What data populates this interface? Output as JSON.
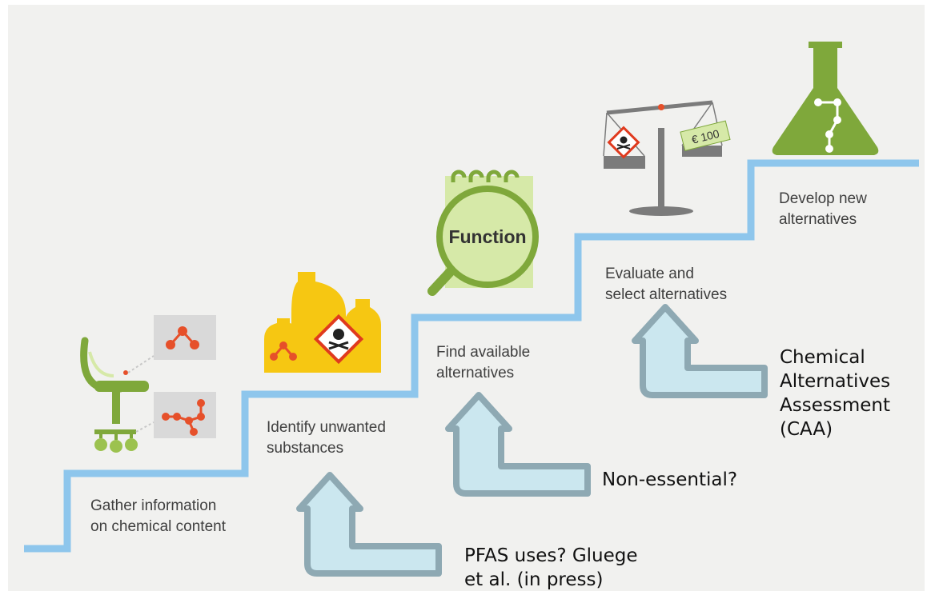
{
  "steps": [
    {
      "label": "Gather information\non chemical content"
    },
    {
      "label": "Identify unwanted\nsubstances"
    },
    {
      "label": "Find available\nalternatives"
    },
    {
      "label": "Evaluate and\nselect alternatives"
    },
    {
      "label": "Develop new\nalternatives"
    }
  ],
  "icons": {
    "magnifier_text": "Function",
    "price_tag_text": "€ 100"
  },
  "annotations": [
    {
      "label": "PFAS uses? Gluege\net al. (in press)"
    },
    {
      "label": "Non-essential?"
    },
    {
      "label": "Chemical\nAlternatives\nAssessment\n(CAA)"
    }
  ],
  "colors": {
    "stair_line": "#8ec6ec",
    "icon_green": "#7fa83b",
    "light_green": "#d6e9a8",
    "hazard_yellow": "#f6c712",
    "molecule_orange": "#e6502a",
    "arrow_fill": "#cbe7ef",
    "arrow_outline": "#8ea9b3",
    "scale_gray": "#7b7b7b"
  }
}
